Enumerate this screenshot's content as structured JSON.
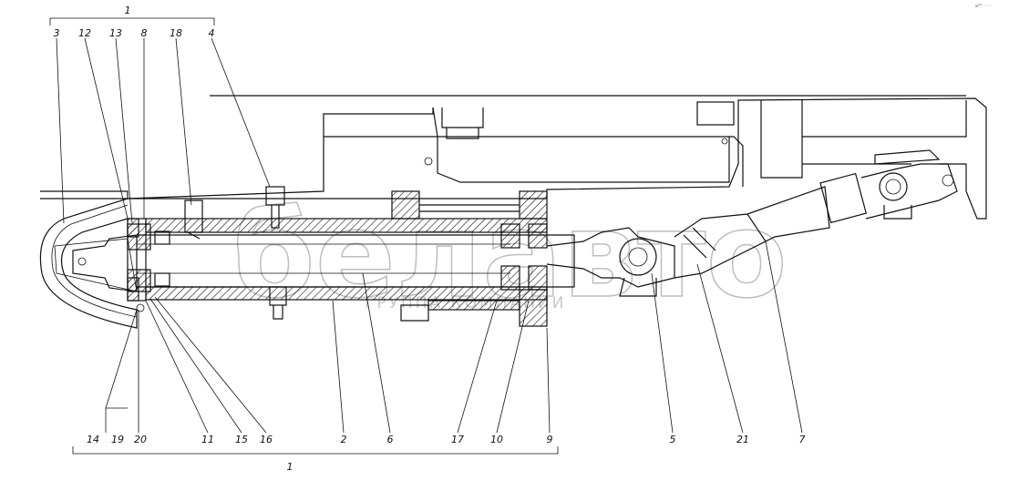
{
  "callouts_top": [
    "1",
    "3",
    "12",
    "13",
    "8",
    "18",
    "4"
  ],
  "callouts_bottom": [
    "14",
    "19",
    "20",
    "11",
    "15",
    "16",
    "2",
    "6",
    "17",
    "10",
    "9",
    "5",
    "21",
    "7",
    "1"
  ],
  "watermark": {
    "logo_text": "белавто",
    "sub_text": "ГРУППА КОМПАНИИ"
  },
  "corner_mark": "a⁰⁰ ◦◦◦"
}
